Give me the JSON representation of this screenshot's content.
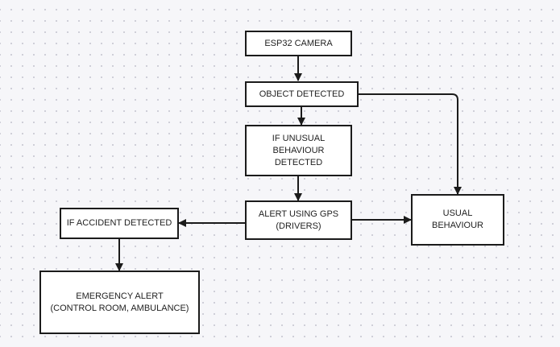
{
  "diagram": {
    "nodes": {
      "esp32_camera": "ESP32 CAMERA",
      "object_detected": "OBJECT DETECTED",
      "if_unusual": "IF UNUSUAL\nBEHAVIOUR\nDETECTED",
      "alert_gps": "ALERT  USING GPS\n(DRIVERS)",
      "usual_behaviour": "USUAL\nBEHAVIOUR",
      "if_accident": "IF ACCIDENT DETECTED",
      "emergency_alert": "EMERGENCY ALERT\n(CONTROL ROOM, AMBULANCE)"
    },
    "colors": {
      "line": "#1b1b1b",
      "box_border": "#1b1b1b",
      "box_fill": "#ffffff",
      "background": "#f6f6f9"
    }
  }
}
